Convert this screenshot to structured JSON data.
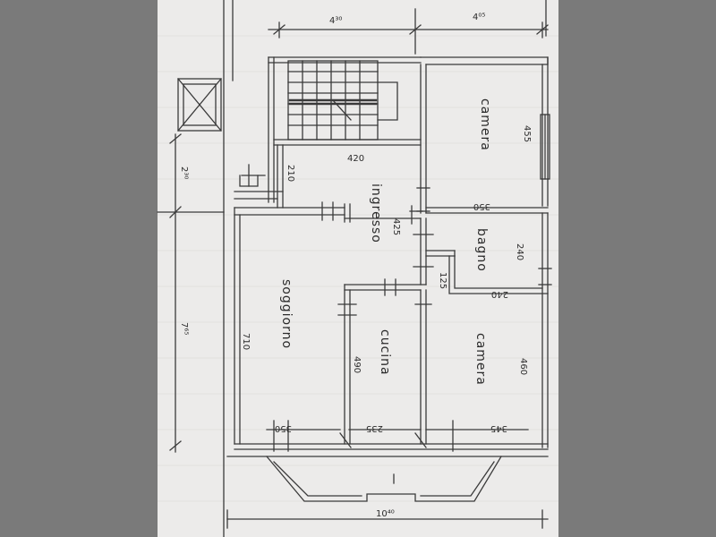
{
  "rooms": {
    "camera_top": "camera",
    "ingresso": "ingresso",
    "bagno": "bagno",
    "soggiorno": "soggiorno",
    "cucina": "cucina",
    "camera_bottom": "camera"
  },
  "dimensions": {
    "top_left": "4³⁰",
    "top_right": "4⁰⁵",
    "left_upper": "2³⁰",
    "left_lower": "7⁶⁵",
    "camera_top_height": "455",
    "camera_top_width": "350",
    "ingresso_width": "420",
    "ingresso_small": "210",
    "ingresso_height": "425",
    "bagno_height": "240",
    "bagno_width": "240",
    "corridor": "125",
    "soggiorno_height": "710",
    "cucina_height": "490",
    "camera_bottom_height": "460",
    "soggiorno_width": "350",
    "cucina_width": "235",
    "camera_bottom_width": "345",
    "bottom_total": "10⁴⁰"
  },
  "colors": {
    "paper": "#ecebea",
    "line": "#3a3a3a",
    "grid": "#d8d6d2",
    "background": "#7a7a7a"
  }
}
